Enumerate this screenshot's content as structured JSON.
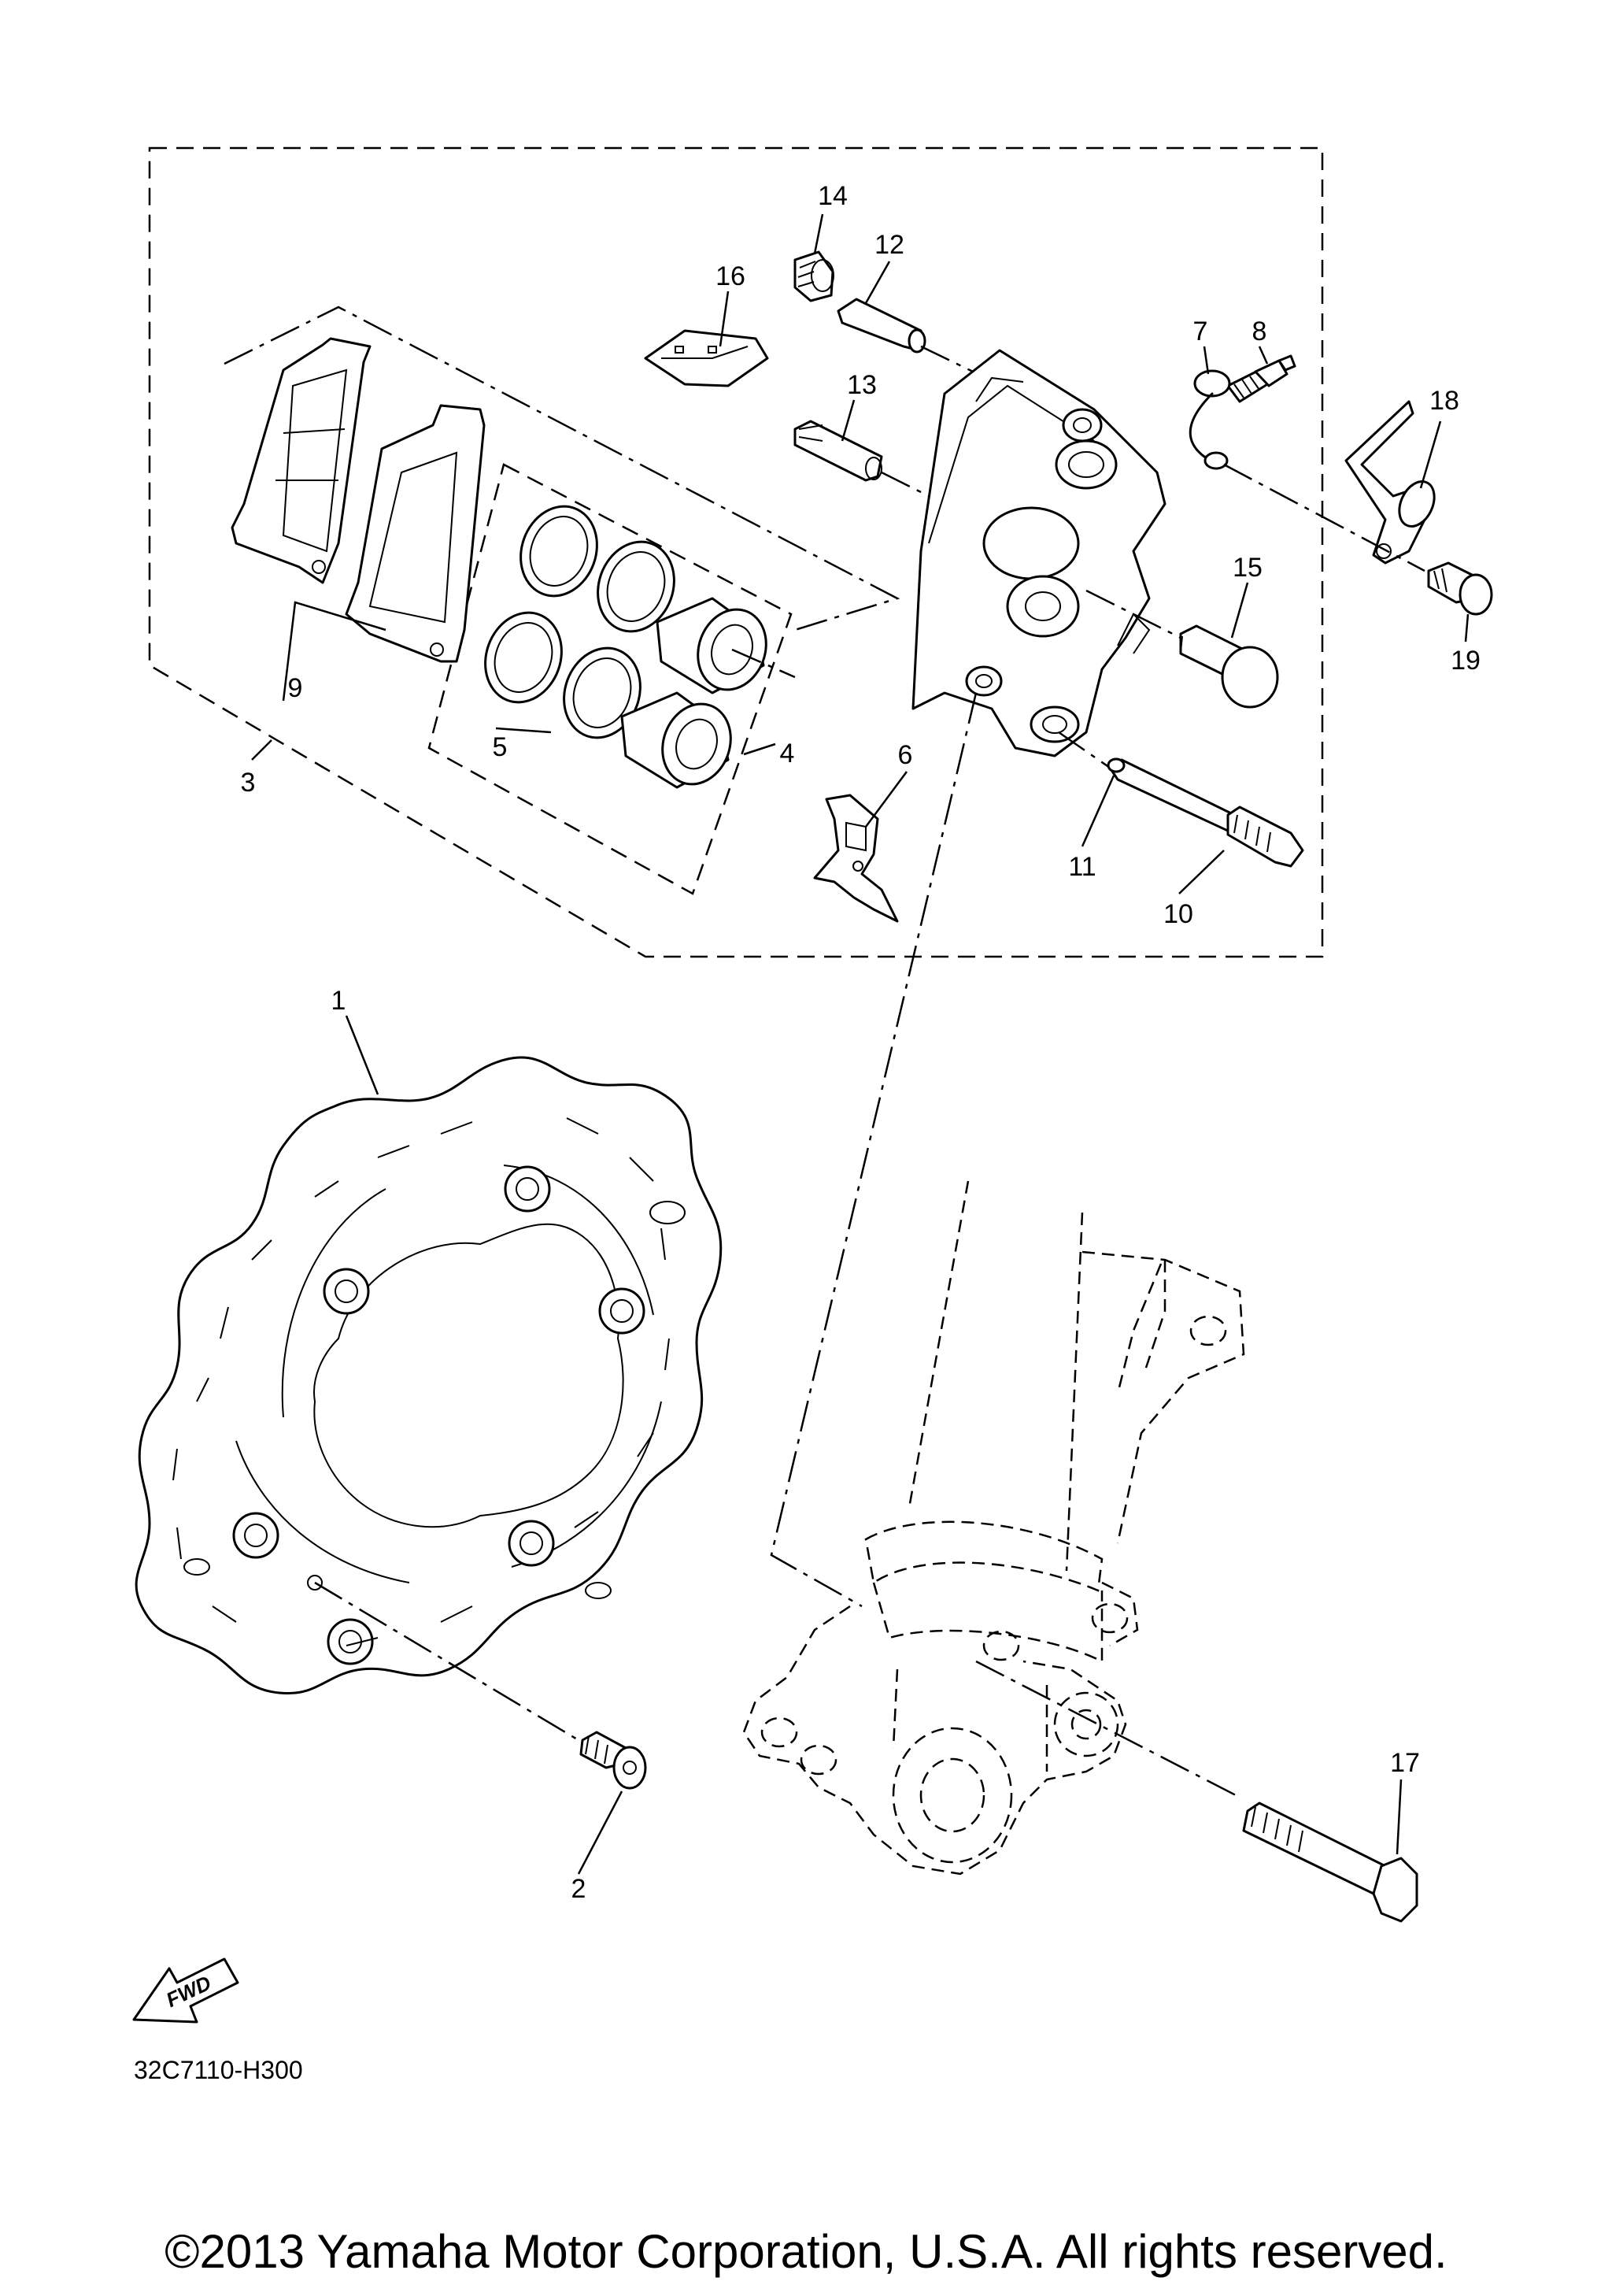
{
  "diagram": {
    "code": "32C7110-H300",
    "fwd_label": "FWD",
    "copyright": "©2013 Yamaha Motor Corporation, U.S.A. All rights reserved."
  },
  "callouts": [
    "1",
    "2",
    "3",
    "4",
    "5",
    "6",
    "7",
    "8",
    "9",
    "10",
    "11",
    "12",
    "13",
    "14",
    "15",
    "16",
    "17",
    "18",
    "19"
  ],
  "colors": {
    "line": "#000000",
    "background": "#ffffff"
  }
}
